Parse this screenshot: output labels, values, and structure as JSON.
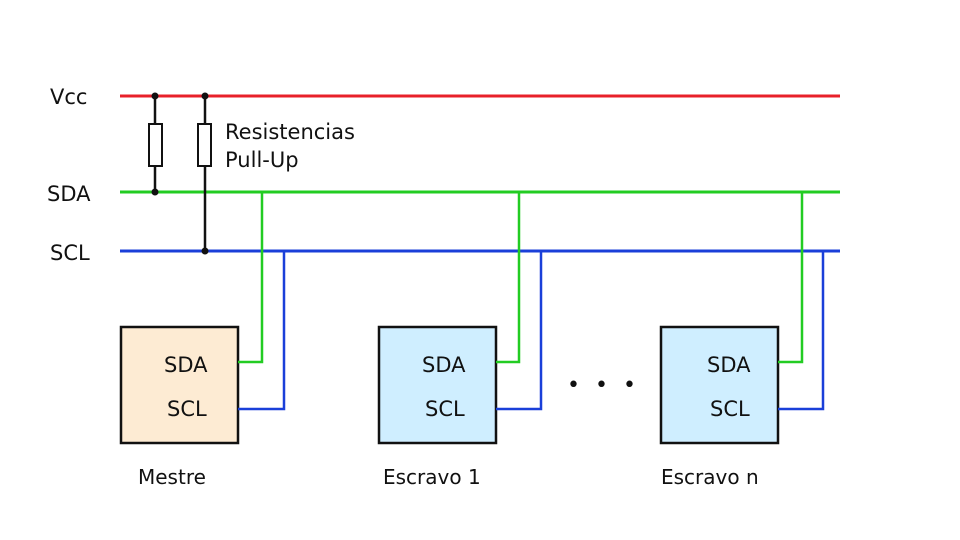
{
  "colors": {
    "vcc": "#e8202a",
    "sda": "#22cc22",
    "scl": "#1a3fd9",
    "wire": "#111111",
    "master_fill": "#fdebd3",
    "slave_fill": "#cfeeff"
  },
  "rails": {
    "vcc": "Vcc",
    "sda": "SDA",
    "scl": "SCL"
  },
  "resistors": {
    "label_line1": "Resistencias",
    "label_line2": "Pull-Up"
  },
  "devices": [
    {
      "name": "Mestre",
      "pin_sda": "SDA",
      "pin_scl": "SCL",
      "role": "master"
    },
    {
      "name": "Escravo 1",
      "pin_sda": "SDA",
      "pin_scl": "SCL",
      "role": "slave"
    },
    {
      "name": "Escravo n",
      "pin_sda": "SDA",
      "pin_scl": "SCL",
      "role": "slave"
    }
  ],
  "ellipsis": "• • •"
}
